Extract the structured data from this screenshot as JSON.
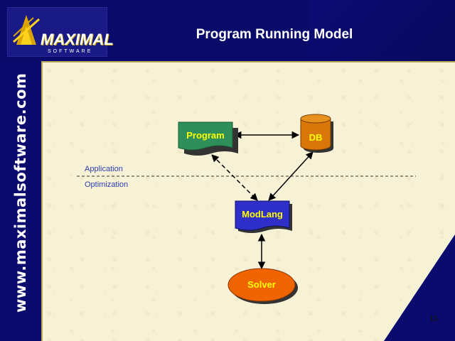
{
  "slide": {
    "title": "Program Running Model",
    "side_url": "www.maximalsoftware.com",
    "page_number": "15"
  },
  "logo": {
    "word": "MAXIMAL",
    "subtitle": "SOFTWARE"
  },
  "diagram": {
    "nodes": {
      "program": {
        "label": "Program",
        "shape": "document",
        "color": "#2f8f5a",
        "text_color": "#ffff00"
      },
      "db": {
        "label": "DB",
        "shape": "cylinder",
        "color": "#d9760a",
        "text_color": "#ffff00"
      },
      "modlang": {
        "label": "ModLang",
        "shape": "document",
        "color": "#2e2ec8",
        "text_color": "#ffff00"
      },
      "solver": {
        "label": "Solver",
        "shape": "ellipse",
        "color": "#f06400",
        "text_color": "#ffff00"
      }
    },
    "layers": {
      "upper": "Application",
      "lower": "Optimization"
    },
    "edges": [
      {
        "from": "program",
        "to": "db",
        "style": "solid",
        "arrows": "both"
      },
      {
        "from": "db",
        "to": "modlang",
        "style": "solid",
        "arrows": "both"
      },
      {
        "from": "program",
        "to": "modlang",
        "style": "dashed",
        "arrows": "both"
      },
      {
        "from": "modlang",
        "to": "solver",
        "style": "solid",
        "arrows": "both"
      }
    ]
  },
  "colors": {
    "background": "#0b0b6e",
    "panel": "#f7f1d6",
    "layer_text": "#2a3fb0"
  }
}
